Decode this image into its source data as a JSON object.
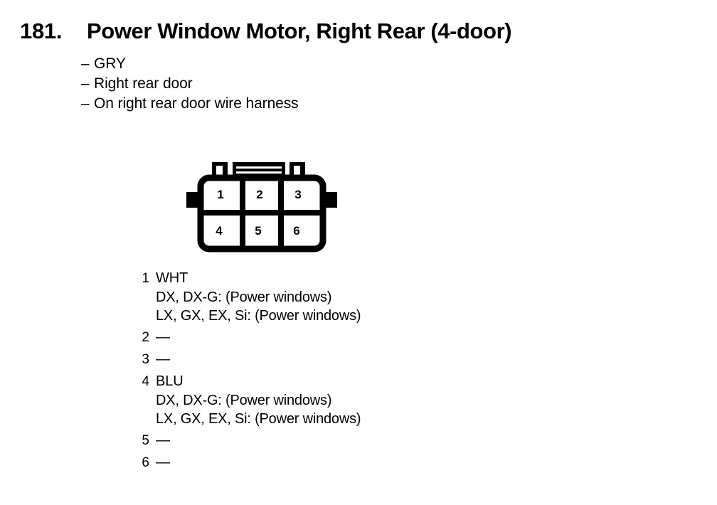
{
  "document": {
    "entry_number": "181.",
    "title": "Power Window Motor, Right Rear (4-door)",
    "attributes": [
      {
        "dash": "–",
        "label": "GRY"
      },
      {
        "dash": "–",
        "label": "Right rear door"
      },
      {
        "dash": "–",
        "label": "On right rear door wire harness"
      }
    ]
  },
  "connector": {
    "type": "6-pin-2x3",
    "pin_cells": [
      {
        "number": "1"
      },
      {
        "number": "2"
      },
      {
        "number": "3"
      },
      {
        "number": "4"
      },
      {
        "number": "5"
      },
      {
        "number": "6"
      }
    ]
  },
  "pin_assignments": [
    {
      "pin": "1",
      "value": "WHT",
      "sub_lines": [
        "DX, DX-G: (Power windows)",
        "LX, GX, EX, Si: (Power windows)"
      ]
    },
    {
      "pin": "2",
      "value": "—",
      "sub_lines": []
    },
    {
      "pin": "3",
      "value": "—",
      "sub_lines": []
    },
    {
      "pin": "4",
      "value": "BLU",
      "sub_lines": [
        "DX, DX-G: (Power windows)",
        "LX, GX, EX, Si: (Power windows)"
      ]
    },
    {
      "pin": "5",
      "value": "—",
      "sub_lines": []
    },
    {
      "pin": "6",
      "value": "—",
      "sub_lines": []
    }
  ],
  "colors": {
    "ink": "#000000",
    "paper": "#ffffff"
  }
}
